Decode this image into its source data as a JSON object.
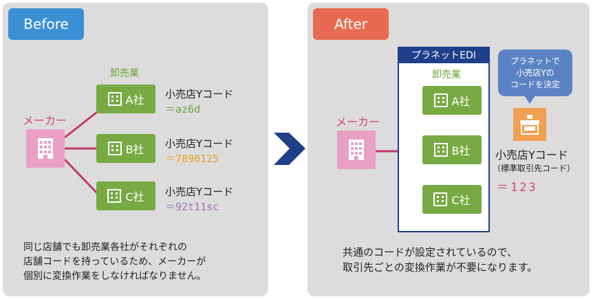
{
  "before": {
    "tag": "Before",
    "wholesale_label": "卸売業",
    "maker_label": "メーカー",
    "companies": [
      "A社",
      "B社",
      "C社"
    ],
    "store_code_label": "小売店Yコード",
    "codes": [
      "＝az6d",
      "＝7890125",
      "＝92t11sc"
    ],
    "code_colors": [
      "#6fa33b",
      "#e5a427",
      "#a276b3"
    ],
    "description": [
      "同じ店舗でも卸売業各社がそれぞれの",
      "店舗コードを持っているため、メーカーが",
      "個別に変換作業をしなければなりません。"
    ]
  },
  "after": {
    "tag": "After",
    "edi_title": "プラネットEDI",
    "wholesale_label": "卸売業",
    "maker_label": "メーカー",
    "companies": [
      "A社",
      "B社",
      "C社"
    ],
    "bubble": [
      "プラネットで",
      "小売店Yの",
      "コードを決定"
    ],
    "store_code_label": "小売店Yコード",
    "store_code_sub": "（標準取引先コード）",
    "store_code_value": "＝123",
    "code_color": "#d04a7a",
    "description": [
      "共通のコードが設定されているので、",
      "取引先ごとの変換作業が不要になります。"
    ]
  },
  "colors": {
    "panel": "#dcdcdc",
    "maker": "#e9a0c3",
    "wholesale": "#78aa43",
    "line_before": "#c0396b",
    "line_after": "#c0396b",
    "edi": "#1e3f8a",
    "arrow": "#1e3f8a",
    "store": "#f0a050"
  },
  "icons": [
    "building-icon",
    "store-icon"
  ]
}
